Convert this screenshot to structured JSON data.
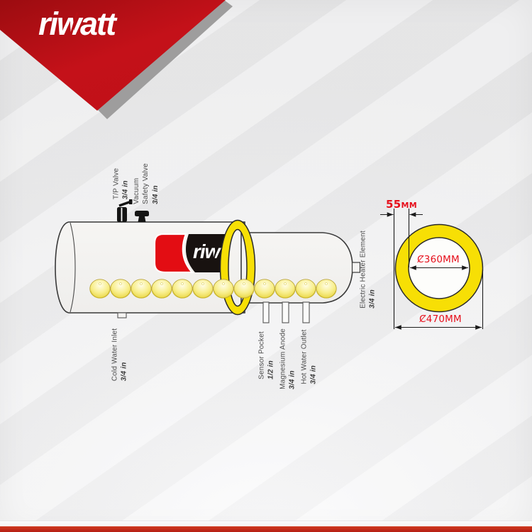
{
  "brand": {
    "logo_text": "riwatt",
    "tank_logo_text": "riw"
  },
  "tank": {
    "tube_port_count": 12,
    "labels": {
      "tp_valve": {
        "line1": "T/P Valve",
        "size": "3/4 in"
      },
      "vacuum_safety_valve": {
        "line1": "Vacuum",
        "line2": "Safety Valve",
        "size": "3/4 in"
      },
      "cold_water_inlet": {
        "line1": "Cold Water Inlet",
        "size": "3/4 in"
      },
      "sensor_pocket": {
        "line1": "Sensor Pocket",
        "size": "1/2 in"
      },
      "magnesium_anode": {
        "line1": "Magnesium Anode",
        "size": "3/4 in"
      },
      "hot_water_outlet": {
        "line1": "Hot Water Outlet",
        "size": "3/4 in"
      },
      "electric_heater_element": {
        "line1": "Electric Heater Element",
        "size": "3/4 in"
      }
    }
  },
  "cross_section": {
    "insulation_thickness_value": "55",
    "insulation_thickness_unit": "MM",
    "inner_diameter": "Ȼ360MM",
    "outer_diameter": "Ȼ470MM"
  },
  "colors": {
    "brand_red": "#cf1118",
    "insulation_yellow": "#f7df05",
    "dimension_red": "#e60f1b",
    "footer_red": "#bf2016"
  }
}
